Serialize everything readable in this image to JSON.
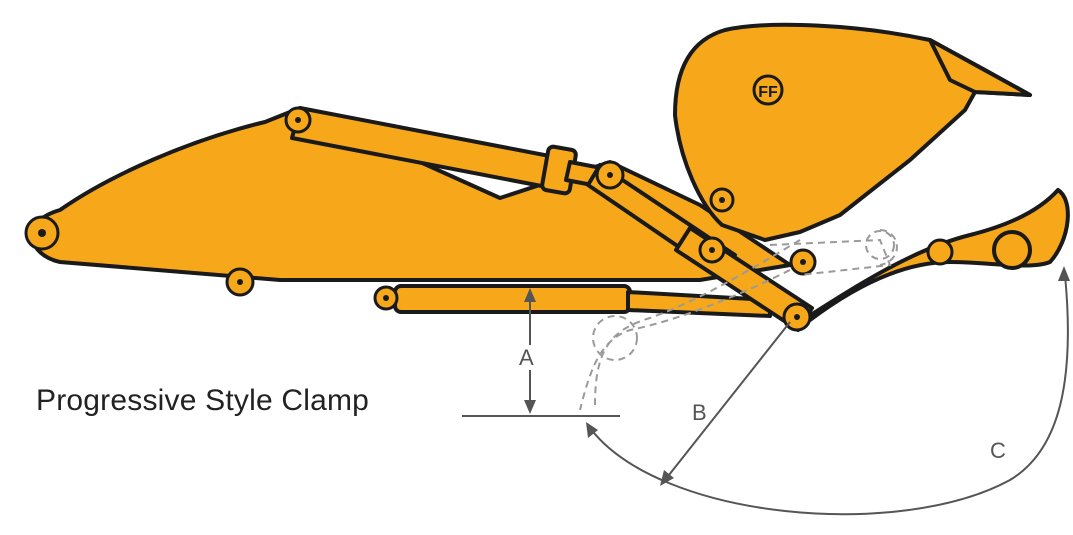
{
  "caption": "Progressive Style Clamp",
  "dimension_labels": {
    "a": "A",
    "b": "B",
    "c": "C"
  },
  "logo_text": "FF",
  "colors": {
    "body": "#F6A81A",
    "outline": "#1A1A1A",
    "dimension": "#555555",
    "background": "#FFFFFF"
  }
}
